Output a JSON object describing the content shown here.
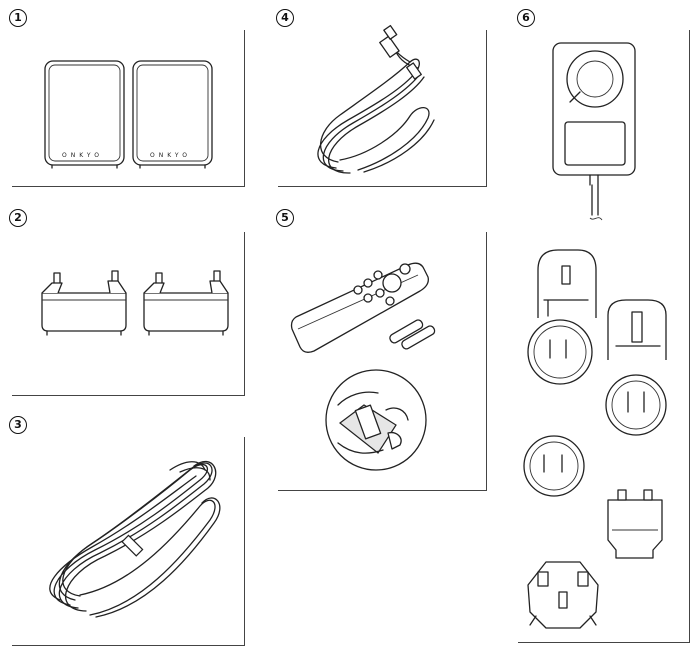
{
  "items": [
    {
      "number": "1",
      "content": "speaker-pair"
    },
    {
      "number": "2",
      "content": "speaker-stands"
    },
    {
      "number": "3",
      "content": "speaker-cable"
    },
    {
      "number": "4",
      "content": "usb-cable"
    },
    {
      "number": "5",
      "content": "remote-control-and-batteries"
    },
    {
      "number": "6",
      "content": "ac-adapter-and-plugs"
    }
  ],
  "speaker": {
    "brand": "ONKYO"
  }
}
